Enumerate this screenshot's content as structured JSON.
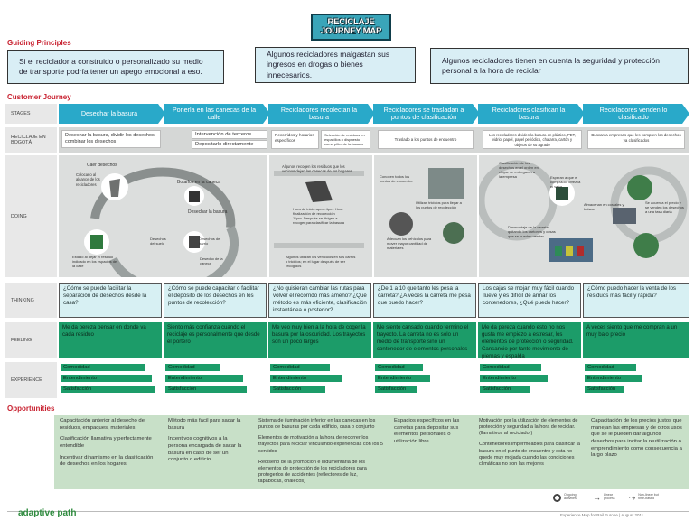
{
  "title_line1": "RECICLAJE",
  "title_line2": "JOURNEY MAP",
  "sections": {
    "guiding": "Guiding Principles",
    "journey": "Customer Journey",
    "opportunities": "Opportunities"
  },
  "principles": [
    "Si el reciclador a construido o personalizado su medio de transporte podría tener un apego emocional a eso.",
    "Algunos recicladores malgastan sus ingresos en drogas o bienes innecesarios.",
    "Algunos recicladores tienen en cuenta la seguridad y protección personal a la hora de reciclar"
  ],
  "row_labels": {
    "stages": "STAGES",
    "bogota": "RECICLAJE EN BOGOTÁ",
    "doing": "DOING",
    "thinking": "THINKING",
    "feeling": "FEELING",
    "experience": "EXPERIENCE"
  },
  "stages": [
    "Desechar la basura",
    "Ponerla en las canecas de la calle",
    "Recicladores recolectan la basura",
    "Recicladores se trasladan a puntos de clasificación",
    "Recicladores clasifican la basura",
    "Recicladores venden lo clasificado"
  ],
  "bogota": {
    "c1": "Desechar la basura, dividir los desechos; combinar los desechos",
    "c2a": "Intervención de terceros",
    "c2b": "Depositarlo directamente",
    "c3a": "Recorridos y horarios específicos",
    "c3b": "Selección de residuos en espacillos o dispuesto como piltro de la basura",
    "c4": "Traslado a los puntos de encuentro",
    "c5": "Los recicladores dividen la basura en plástico, PET, vidrio, papel, papel periódico, chatarra, cartón y objetos de su agrado",
    "c6": "Buscan a empresas que les compren los desechos ya clasificados"
  },
  "doing": {
    "caer": "Caer desechos",
    "colocarlo": "Colocarlo al alcance de los recicladores",
    "botarlos": "Botarlos en la caneca",
    "desechar": "Desechar la basura",
    "estado": "Estado al dejar el residuo indicado en los espacios de la calle",
    "desechos_suelo": "Desechos del suelo",
    "desechos_barrio": "Desechos del barrio",
    "desechos_caneca": "Desecho de la caneca",
    "recoger": "Algunos recogen los residuos que los vecinos dejan las canecas de los hogares",
    "hora": "Hora de inicio aprox 4pm. Hora finalización de recolección 11pm. Después se dirigen a recoger para clasificar la basura",
    "vehiculos": "Algunos utilizan los vehículos en sus carros o triciclos; en el lugar después de ser recogidos",
    "conocen": "Conocen todos los puntos de encuentro",
    "utilizan": "Utilizan triciclos para llegar a los puntos de recolección",
    "adecuan": "Adecuan los vehículos para mover mayor cantidad de materiales",
    "clasificacion": "Clasificación de los desechos en el orden en el que se entregaron a la empresa",
    "almacen": "Almacenan en costales y bolsas",
    "desmontaje": "Desmontaje de la carreta quitando los cartones y cosas que se pueden vender",
    "esperan": "Esperan a que el comprador ofrezca el valor",
    "acordado": "Se acuerda el precio y se venden los desechos a una tasa diaria"
  },
  "thinking": [
    "¿Cómo se puede facilitar la separación de desechos desde la casa?",
    "¿Cómo se puede capacitar o facilitar el depósito de los desechos en los puntos de recolección?",
    "¿No quisieran cambiar las rutas para volver el recorrido más ameno? ¿Qué método es más eficiente, clasificación instantánea o posterior?",
    "¿De 1 a 10 que tanto les pesa la carreta? ¿A veces la carreta me pesa que puedo hacer?",
    "Los cajas se mojan muy fácil cuando llueve y es difícil de armar los contenedores, ¿Qué puedo hacer?",
    "¿Cómo puedo hacer la venta de los residuos más fácil y rápida?"
  ],
  "feeling": [
    "Me da pereza pensar en donde va cada residuo",
    "Siento más confianza cuando el reciclaje es personalmente que desde el portero",
    "Me veo muy bien a la hora de coger la basura por la oscuridad. Los trayectos son un poco largos",
    "Me siento cansado cuando termino el trayecto. La carreta no es solo un medio de transporte sino un contenedor de elementos personales",
    "Me da pereza cuando esto no nos gusta me empiezo a estresar, los elementos de protección o seguridad. Cansancio por tanto movimiento de piernas y espalda",
    "A veces siento que me compran a un muy bajo precio"
  ],
  "experience": [
    "Comodidad",
    "Entendimiento",
    "Satisfacción"
  ],
  "experience_levels": [
    [
      0.85,
      0.92,
      0.95
    ],
    [
      0.55,
      0.78,
      0.82
    ],
    [
      0.6,
      0.72,
      0.55
    ],
    [
      0.48,
      0.55,
      0.42
    ],
    [
      0.62,
      0.68,
      0.5
    ],
    [
      0.5,
      0.55,
      0.38
    ]
  ],
  "opportunities": [
    [
      "Capacitación anterior al desecho de residuos, empaques, materiales",
      "Clasificación llamativa y perfectamente entendible",
      "Incentivar dinamismo en la clasificación de desechos en los hogares"
    ],
    [
      "Método más fácil para sacar la basura",
      "Incentivos cognitivos a la persona encargada de sacar la basura en caso de ser un conjunto o edificio."
    ],
    [
      "Sistema de iluminación inferior en las canecas en los puntos de basuras por cada edificio, casa o conjunto",
      "Elementos de motivación a la hora de recorrer los trayectos para reciclar vinculando experiencias con los 5 sentidos",
      "Rediseño de la promoción e indumentaria de los elementos de protección de los recicladores para protegerlos de accidentes (reflectores de luz, tapabocas, chalecos)"
    ],
    [
      "Espacios específicos en las carretas para depositar sus elementos personales o utilización libre."
    ],
    [
      "Motivación por la utilización de elementos de protección y seguridad a la hora de reciclar. (llamativos al reciclador)",
      "Contenedores impermeables para clasificar la basura en el punto de encuentro y esta no quede muy mojada cuando las condiciones climáticas no son las mejores"
    ],
    [
      "Capacitación de los precios justos que manejan las empresas y de otros usos que se le pueden dar algunos desechos para incitar la reutilización o emprendimiento como consecuencia a largo plazo"
    ]
  ],
  "legend": [
    "Ongoing activities",
    "Linear process",
    "Non-linear but time-based"
  ],
  "footer_logo": "adaptive path",
  "footer_credit": "Experience Map for Rail Europe | August 2011"
}
